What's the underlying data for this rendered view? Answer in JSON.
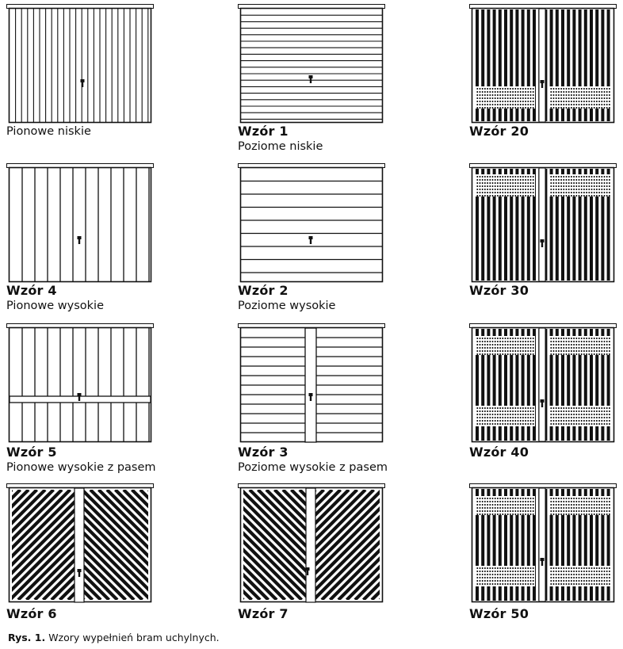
{
  "figure": {
    "label": "Rys. 1.",
    "caption": "Wzory wypełnień bram uchylnych."
  },
  "doors": [
    {
      "id": "pionowe-niskie",
      "name": "",
      "description": "Pionowe niskie",
      "pattern": "vertical-narrow"
    },
    {
      "id": "wzor-1",
      "name": "Wzór 1",
      "description": "Poziome niskie",
      "pattern": "horizontal-narrow"
    },
    {
      "id": "wzor-20",
      "name": "Wzór 20",
      "description": "",
      "pattern": "vent-bottom"
    },
    {
      "id": "wzor-4",
      "name": "Wzór 4",
      "description": "Pionowe wysokie",
      "pattern": "vertical-wide"
    },
    {
      "id": "wzor-2",
      "name": "Wzór 2",
      "description": "Poziome wysokie",
      "pattern": "horizontal-wide"
    },
    {
      "id": "wzor-30",
      "name": "Wzór 30",
      "description": "",
      "pattern": "vent-top"
    },
    {
      "id": "wzor-5",
      "name": "Wzór 5",
      "description": "Pionowe wysokie z pasem",
      "pattern": "vertical-band"
    },
    {
      "id": "wzor-3",
      "name": "Wzór 3",
      "description": "Poziome wysokie z pasem",
      "pattern": "horizontal-band"
    },
    {
      "id": "wzor-40",
      "name": "Wzór 40",
      "description": "",
      "pattern": "vent-both"
    },
    {
      "id": "wzor-6",
      "name": "Wzór 6",
      "description": "",
      "pattern": "diagonal-in"
    },
    {
      "id": "wzor-7",
      "name": "Wzór 7",
      "description": "",
      "pattern": "diagonal-out"
    },
    {
      "id": "wzor-50",
      "name": "Wzór 50",
      "description": "",
      "pattern": "vent-both-wide"
    }
  ]
}
